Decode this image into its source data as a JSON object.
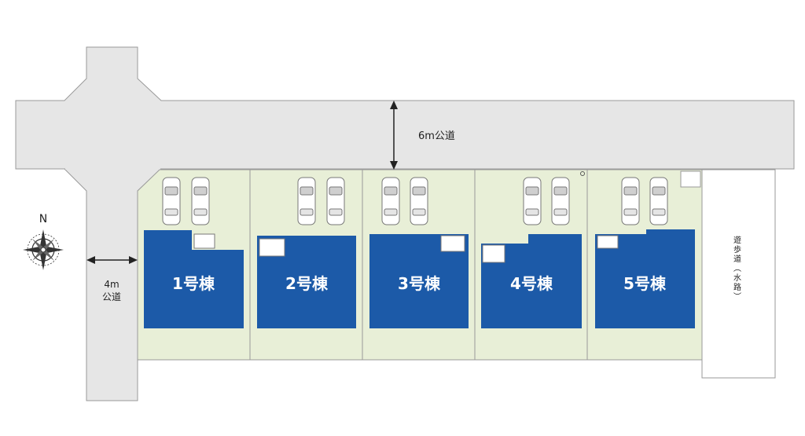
{
  "roads": {
    "main_road_label": "6m公道",
    "side_road_label_line1": "4m",
    "side_road_label_line2": "公道",
    "walkway_label": "遊歩道（水路）"
  },
  "compass": {
    "north_label": "N"
  },
  "lots": [
    {
      "label": "1号棟"
    },
    {
      "label": "2号棟"
    },
    {
      "label": "3号棟"
    },
    {
      "label": "4号棟"
    },
    {
      "label": "5号棟"
    }
  ],
  "colors": {
    "road": "#e6e6e6",
    "lot_fill": "#e8efd7",
    "building": "#1c5aa8",
    "line": "#9a9a9a"
  }
}
